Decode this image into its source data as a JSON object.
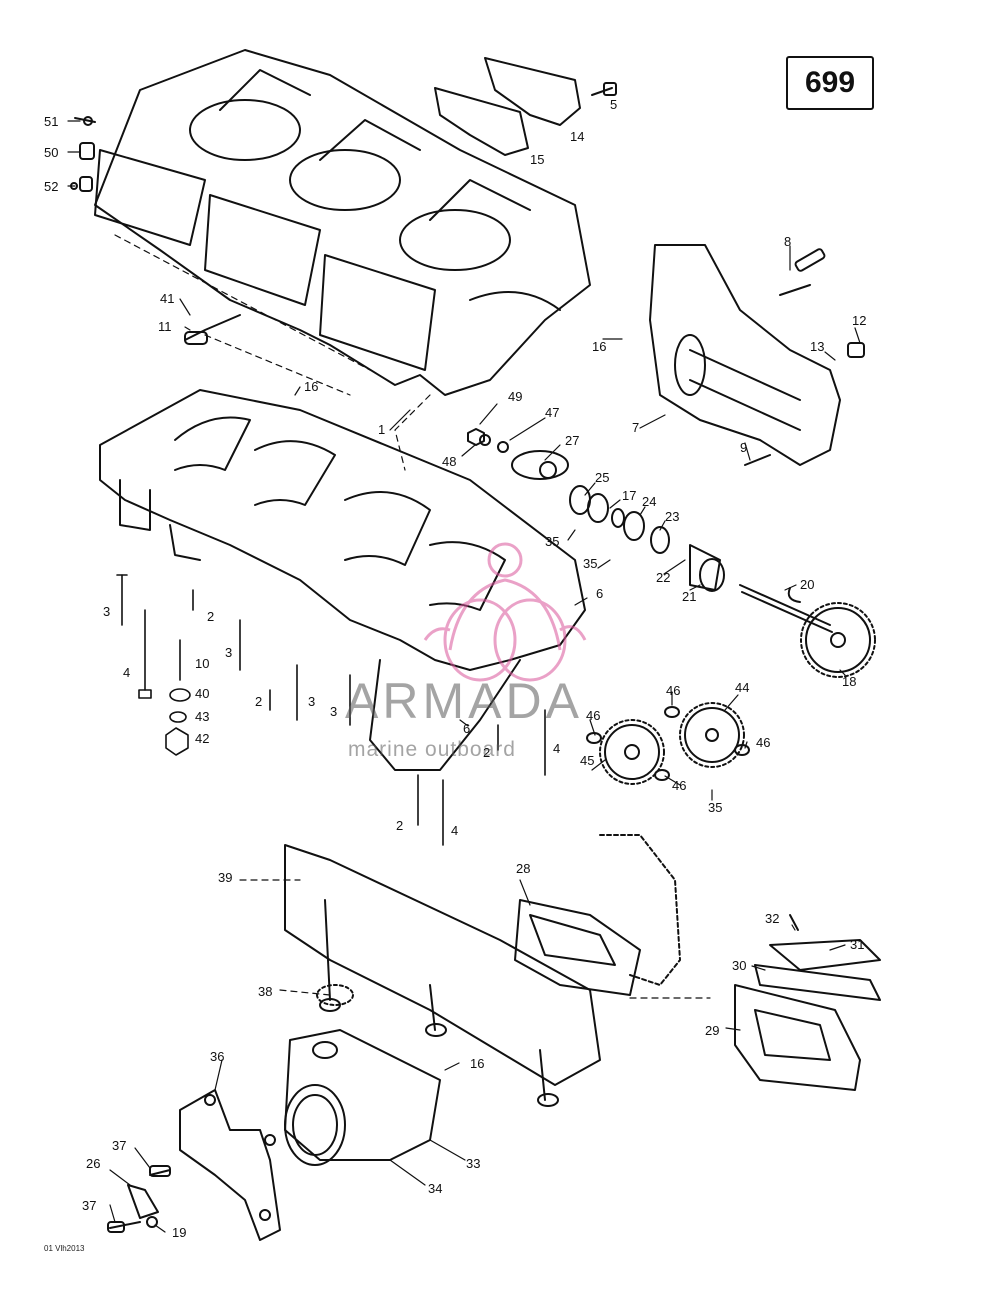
{
  "page_number": "699",
  "reference_code": "01 Vlh2013",
  "watermark": {
    "brand": "ARMADA",
    "tagline": "marine outboard",
    "accent_color": "#d9559b"
  },
  "callouts": [
    "51",
    "50",
    "52",
    "41",
    "11",
    "1",
    "16",
    "3",
    "2",
    "4",
    "10",
    "40",
    "43",
    "42",
    "5",
    "14",
    "15",
    "8",
    "12",
    "13",
    "7",
    "9",
    "49",
    "47",
    "48",
    "27",
    "25",
    "17",
    "24",
    "23",
    "35",
    "22",
    "21",
    "20",
    "18",
    "6",
    "44",
    "46",
    "45",
    "39",
    "28",
    "38",
    "32",
    "31",
    "30",
    "29",
    "36",
    "37",
    "26",
    "19",
    "33",
    "34"
  ],
  "colors": {
    "line": "#111111",
    "background": "#ffffff"
  }
}
